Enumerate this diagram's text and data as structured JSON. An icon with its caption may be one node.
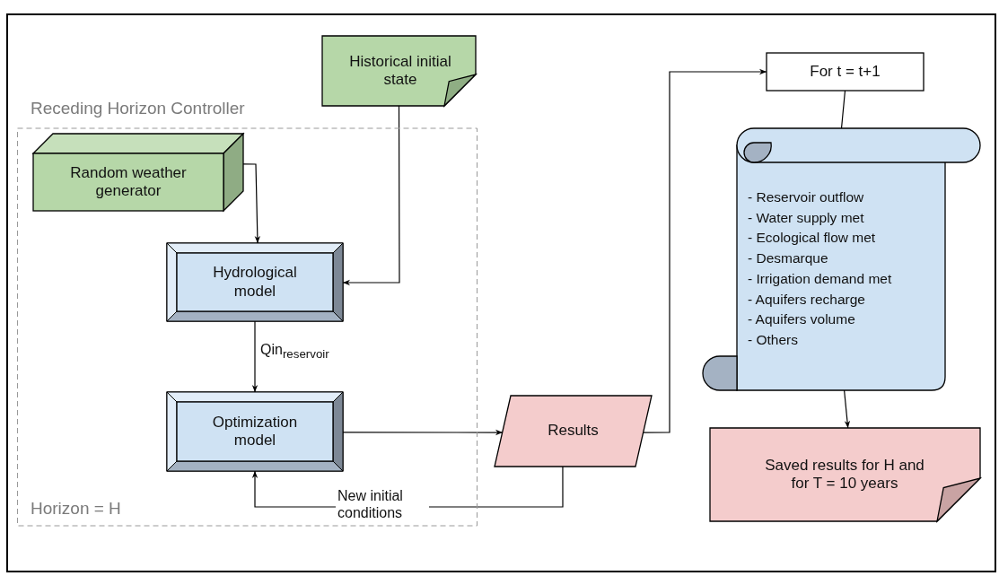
{
  "diagram": {
    "nodes": [
      {
        "text": [
          "Historical initial state"
        ]
      },
      {
        "text": [
          "For t = t+1"
        ]
      },
      {
        "text": [
          "Receding Horizon Controller",
          "Horizon = H"
        ]
      },
      {
        "text": [
          "Random weather generator"
        ],
        "in": 2
      },
      {
        "text": [
          "Hydrological model"
        ],
        "in": 2
      },
      {
        "text": [
          "Optimization model"
        ],
        "in": 2
      },
      {
        "text": [
          "- Reservoir outflow",
          "- Water supply met",
          "- Ecological flow met",
          "- Desmarque",
          "- Irrigation demand met",
          "- Aquifers recharge",
          "- Aquifers volume",
          "- Others"
        ]
      },
      {
        "text": [
          "Results"
        ]
      },
      {
        "text": [
          "Saved results for H and for T = 10 years"
        ]
      }
    ],
    "edges": [
      {
        "from": 3,
        "to": 4,
        "arrow": "to"
      },
      {
        "from": 0,
        "to": 4,
        "arrow": "to"
      },
      {
        "from": 4,
        "to": 5,
        "arrow": "to",
        "label": "Qin$_{reservoir}$"
      },
      {
        "from": 5,
        "to": 7,
        "arrow": "to"
      },
      {
        "from": 7,
        "to": 5,
        "arrow": "to",
        "label": "New initial conditions"
      },
      {
        "from": 7,
        "to": 1,
        "arrow": "to"
      },
      {
        "from": 1,
        "to": 6,
        "arrow": "none"
      },
      {
        "from": 6,
        "to": 8,
        "arrow": "to"
      }
    ]
  }
}
